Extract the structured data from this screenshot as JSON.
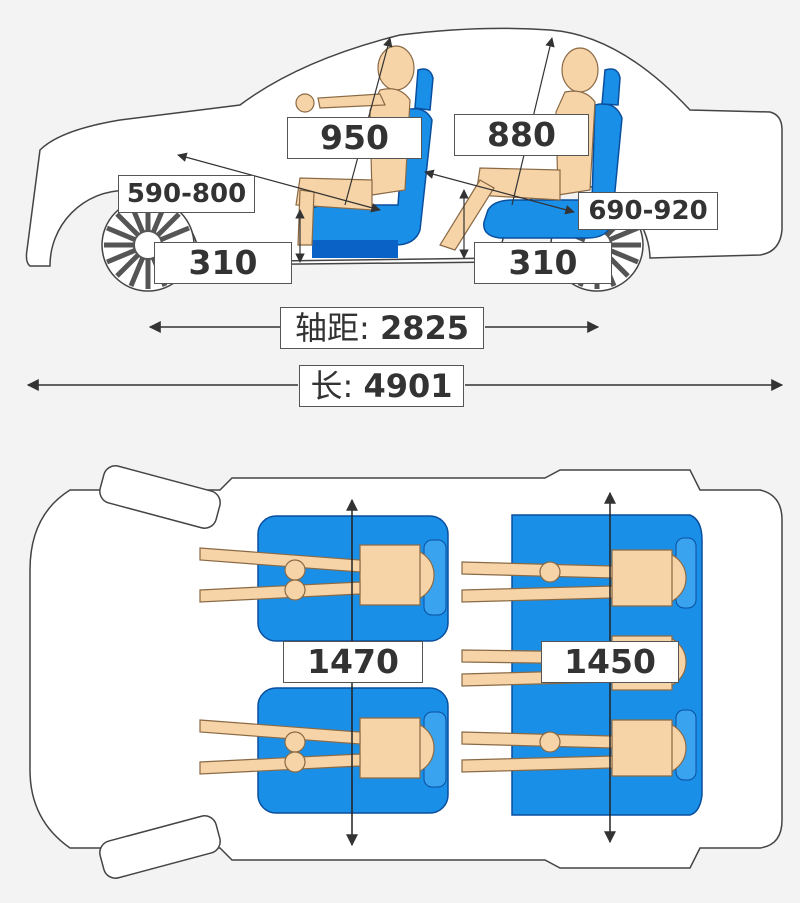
{
  "side_view": {
    "front_headroom": "950",
    "rear_headroom": "880",
    "front_legroom": "590-800",
    "rear_legroom": "690-920",
    "front_seat_height": "310",
    "rear_seat_height": "310",
    "wheelbase_label": "轴距:",
    "wheelbase_value": "2825",
    "length_label": "长:",
    "length_value": "4901"
  },
  "top_view": {
    "front_shoulder_width": "1470",
    "rear_shoulder_width": "1450"
  },
  "colors": {
    "seat_blue": "#1a8fe8",
    "seat_dark": "#0a62c6",
    "mannequin": "#f6d4a7",
    "wheel_dark": "#555555",
    "outline": "#333333",
    "background": "#f3f3f3"
  }
}
